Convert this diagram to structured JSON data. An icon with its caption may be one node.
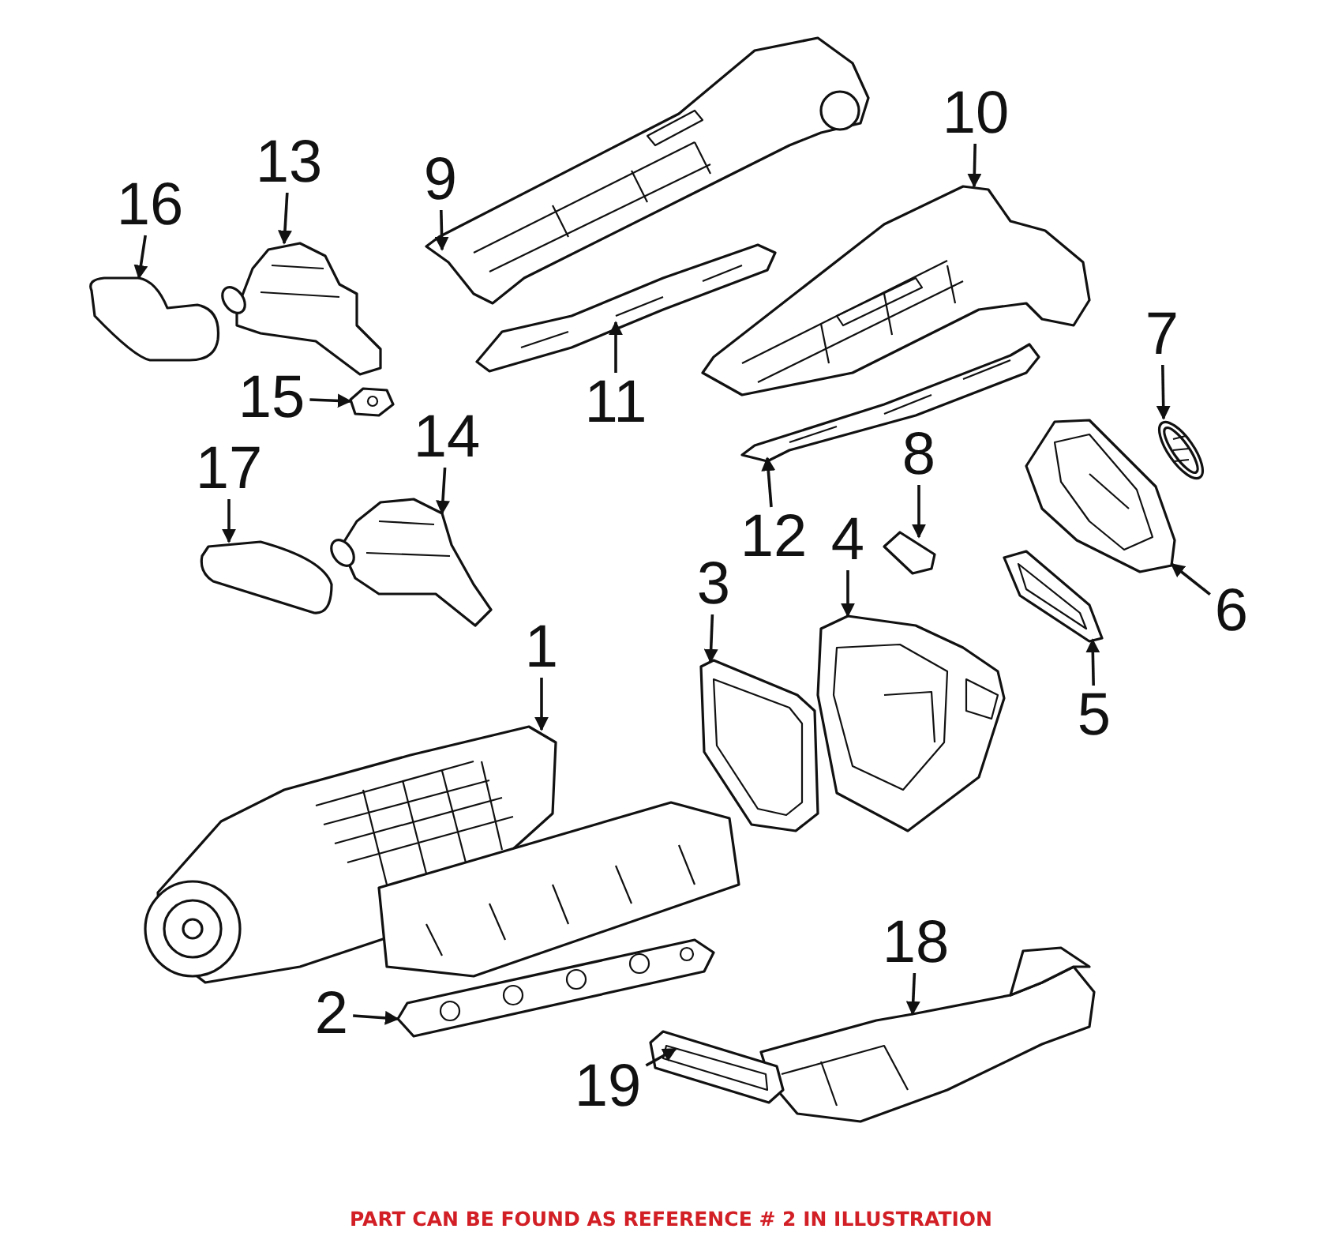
{
  "diagram": {
    "caption": "PART CAN BE FOUND AS REFERENCE # 2 IN ILLUSTRATION",
    "nodes": [
      {
        "text": [
          "1"
        ]
      },
      {
        "text": [
          "2"
        ]
      },
      {
        "text": [
          "3"
        ]
      },
      {
        "text": [
          "4"
        ]
      },
      {
        "text": [
          "5"
        ]
      },
      {
        "text": [
          "6"
        ]
      },
      {
        "text": [
          "7"
        ]
      },
      {
        "text": [
          "8"
        ]
      },
      {
        "text": [
          "9"
        ]
      },
      {
        "text": [
          "10"
        ]
      },
      {
        "text": [
          "11"
        ]
      },
      {
        "text": [
          "12"
        ]
      },
      {
        "text": [
          "13"
        ]
      },
      {
        "text": [
          "14"
        ]
      },
      {
        "text": [
          "15"
        ]
      },
      {
        "text": [
          "16"
        ]
      },
      {
        "text": [
          "17"
        ]
      },
      {
        "text": [
          "18"
        ]
      },
      {
        "text": [
          "19"
        ]
      },
      {
        "text": [],
        "shape": "picture"
      },
      {
        "text": [],
        "shape": "picture"
      },
      {
        "text": [],
        "shape": "picture"
      },
      {
        "text": [],
        "shape": "picture"
      },
      {
        "text": [],
        "shape": "picture"
      },
      {
        "text": [],
        "shape": "picture"
      },
      {
        "text": [],
        "shape": "picture"
      },
      {
        "text": [],
        "shape": "picture"
      },
      {
        "text": [],
        "shape": "picture"
      },
      {
        "text": [],
        "shape": "picture"
      },
      {
        "text": [],
        "shape": "picture"
      },
      {
        "text": [],
        "shape": "picture"
      },
      {
        "text": [],
        "shape": "picture"
      },
      {
        "text": [],
        "shape": "picture"
      },
      {
        "text": [],
        "shape": "picture"
      },
      {
        "text": [],
        "shape": "picture"
      },
      {
        "text": [],
        "shape": "picture"
      },
      {
        "text": [],
        "shape": "picture"
      },
      {
        "text": [],
        "shape": "picture"
      }
    ],
    "edges": [
      {
        "from": 0,
        "to": 19,
        "arrow": "to"
      },
      {
        "from": 1,
        "to": 20,
        "arrow": "to"
      },
      {
        "from": 2,
        "to": 21,
        "arrow": "to"
      },
      {
        "from": 3,
        "to": 22,
        "arrow": "to"
      },
      {
        "from": 4,
        "to": 23,
        "arrow": "to"
      },
      {
        "from": 5,
        "to": 24,
        "arrow": "to"
      },
      {
        "from": 6,
        "to": 25,
        "arrow": "to"
      },
      {
        "from": 7,
        "to": 26,
        "arrow": "to"
      },
      {
        "from": 8,
        "to": 27,
        "arrow": "to"
      },
      {
        "from": 9,
        "to": 28,
        "arrow": "to"
      },
      {
        "from": 10,
        "to": 29,
        "arrow": "to"
      },
      {
        "from": 11,
        "to": 30,
        "arrow": "to"
      },
      {
        "from": 12,
        "to": 31,
        "arrow": "to"
      },
      {
        "from": 13,
        "to": 32,
        "arrow": "to"
      },
      {
        "from": 14,
        "to": 33,
        "arrow": "to"
      },
      {
        "from": 15,
        "to": 34,
        "arrow": "to"
      },
      {
        "from": 16,
        "to": 35,
        "arrow": "to"
      },
      {
        "from": 17,
        "to": 36,
        "arrow": "to"
      },
      {
        "from": 18,
        "to": 37,
        "arrow": "to"
      }
    ]
  }
}
